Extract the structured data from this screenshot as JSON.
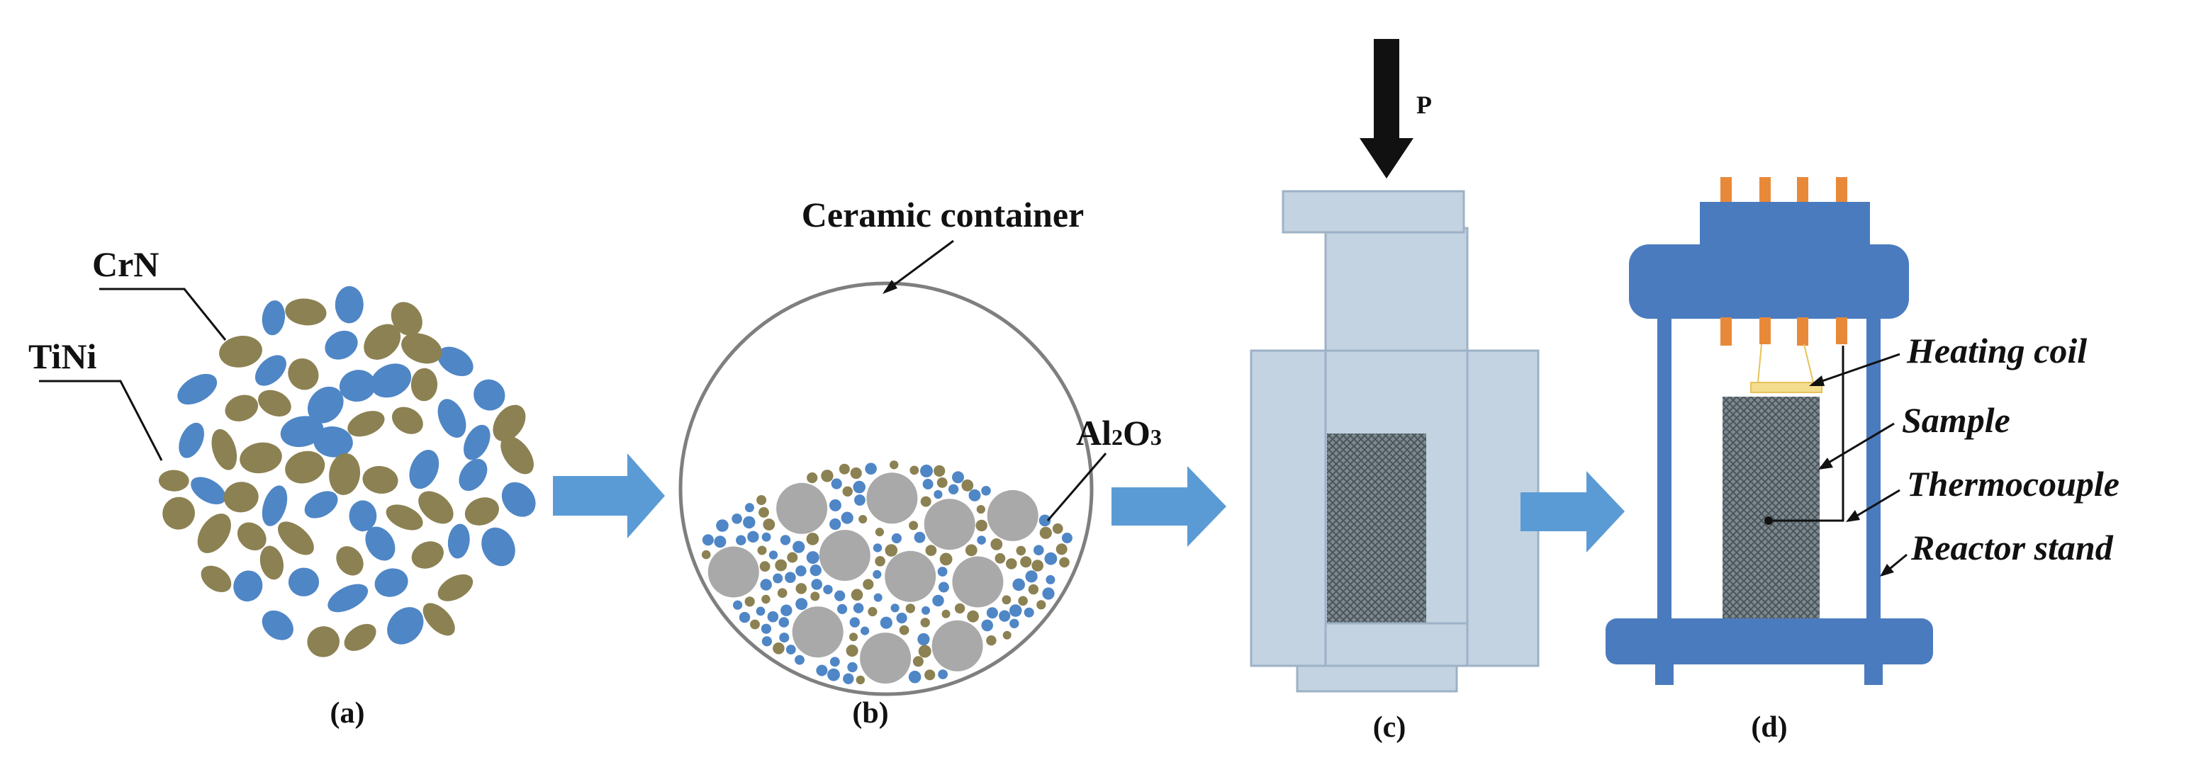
{
  "panels": {
    "a": {
      "caption": "(a)",
      "labels": {
        "crn": "CrN",
        "tini": "TiNi"
      }
    },
    "b": {
      "caption": "(b)",
      "labels": {
        "container": "Ceramic container",
        "balls_prefix": "Al",
        "balls_sub1": "2",
        "balls_mid": "O",
        "balls_sub2": "3"
      }
    },
    "c": {
      "caption": "(c)",
      "labels": {
        "pressure": "P"
      }
    },
    "d": {
      "caption": "(d)",
      "labels": {
        "heating_coil": "Heating coil",
        "sample": "Sample",
        "thermocouple": "Thermocouple",
        "reactor_stand": "Reactor stand"
      }
    }
  },
  "colors": {
    "crn_particle": "#8c8152",
    "tini_particle": "#4f86c6",
    "alumina_ball": "#a9a9a9",
    "die": "#c3d3e2",
    "die_border": "#9db2c6",
    "sample_mesh": "#59646a",
    "arrow": "#5b9bd5",
    "reactor": "#4a7bbf",
    "electrode": "#e8893a",
    "coil": "#e8c15a"
  },
  "icons": {
    "process_arrow": "block-arrow-right",
    "pressure_arrow": "down-arrow"
  }
}
